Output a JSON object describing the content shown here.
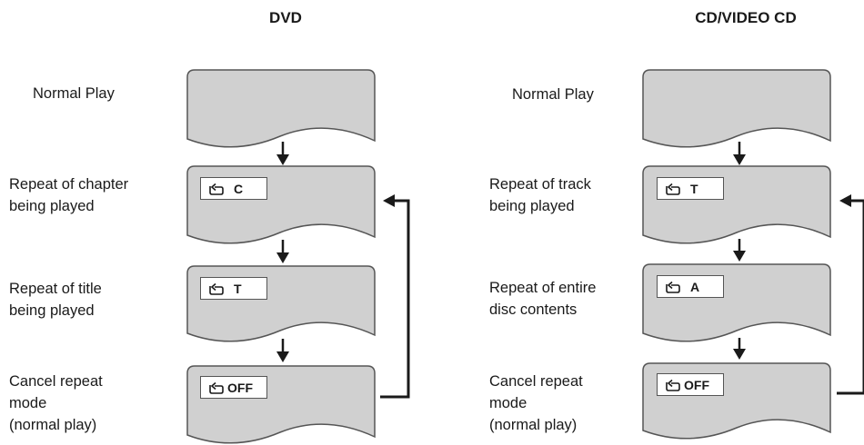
{
  "columns": [
    {
      "heading": "DVD",
      "steps": [
        {
          "label_lines": [
            "Normal Play"
          ],
          "indicator": null
        },
        {
          "label_lines": [
            "Repeat of chapter",
            "being played"
          ],
          "indicator": {
            "icon": "repeat-icon",
            "text": "C"
          }
        },
        {
          "label_lines": [
            "Repeat of title",
            "being played"
          ],
          "indicator": {
            "icon": "repeat-icon",
            "text": "T"
          }
        },
        {
          "label_lines": [
            "Cancel repeat",
            "mode",
            "(normal play)"
          ],
          "indicator": {
            "icon": "repeat-icon",
            "text": "OFF"
          }
        }
      ]
    },
    {
      "heading": "CD/VIDEO CD",
      "steps": [
        {
          "label_lines": [
            "Normal Play"
          ],
          "indicator": null
        },
        {
          "label_lines": [
            "Repeat of track",
            "being played"
          ],
          "indicator": {
            "icon": "repeat-icon",
            "text": "T"
          }
        },
        {
          "label_lines": [
            "Repeat of entire",
            "disc contents"
          ],
          "indicator": {
            "icon": "repeat-icon",
            "text": "A"
          }
        },
        {
          "label_lines": [
            "Cancel repeat",
            "mode",
            "(normal play)"
          ],
          "indicator": {
            "icon": "repeat-icon",
            "text": "OFF"
          }
        }
      ]
    }
  ],
  "colors": {
    "panel_fill": "#d0d0d0",
    "panel_stroke": "#555555",
    "arrow": "#1a1a1a"
  }
}
